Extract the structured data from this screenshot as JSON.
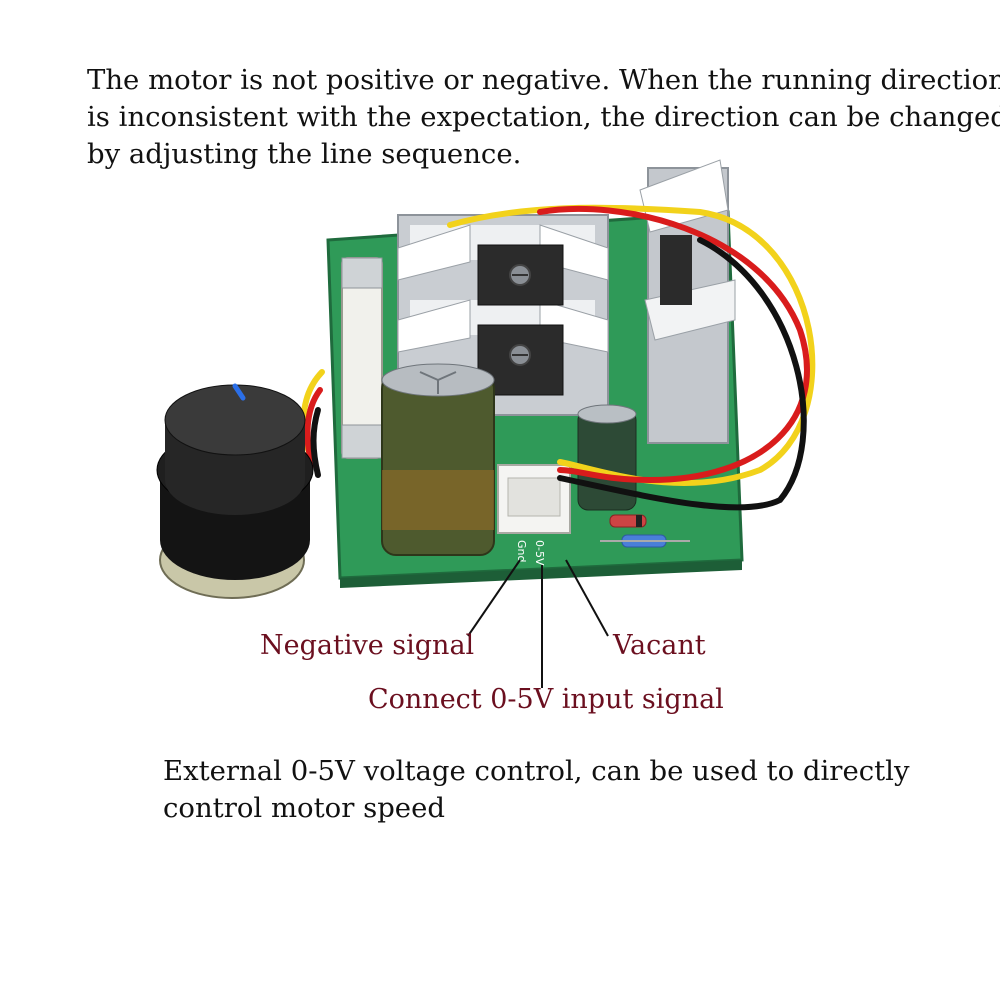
{
  "intro_text": {
    "line1": "The motor is not positive or negative. When the running direction",
    "line2": "is inconsistent with the expectation, the direction can be changed",
    "line3": "by adjusting the line sequence."
  },
  "board_silkscreen": {
    "pin_gnd": "Gnd",
    "pin_signal": "0-5V"
  },
  "callouts": {
    "negative": "Negative signal",
    "vacant": "Vacant",
    "input": "Connect 0-5V input signal"
  },
  "outro_text": {
    "line1": "External 0-5V voltage control, can be used to directly",
    "line2": "control motor speed"
  },
  "colors": {
    "callout_text": "#6b0f1f",
    "body_text": "#111111",
    "pcb_green": "#2f9a58",
    "wire_red": "#d91c1c",
    "wire_yellow": "#f2d21b",
    "wire_black": "#111111"
  }
}
